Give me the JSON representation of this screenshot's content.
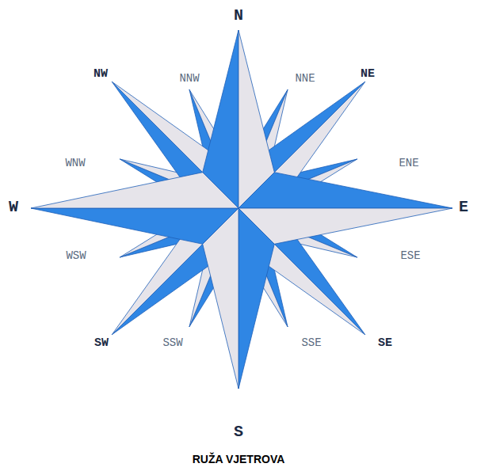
{
  "diagram": {
    "caption": "RUŽA VJETROVA",
    "labels": [
      "N",
      "NNW",
      "NNE",
      "NW",
      "NE",
      "WNW",
      "ENE",
      "W",
      "E",
      "WSW",
      "ESE",
      "SW",
      "SSW",
      "SSE",
      "SE",
      "S"
    ]
  }
}
